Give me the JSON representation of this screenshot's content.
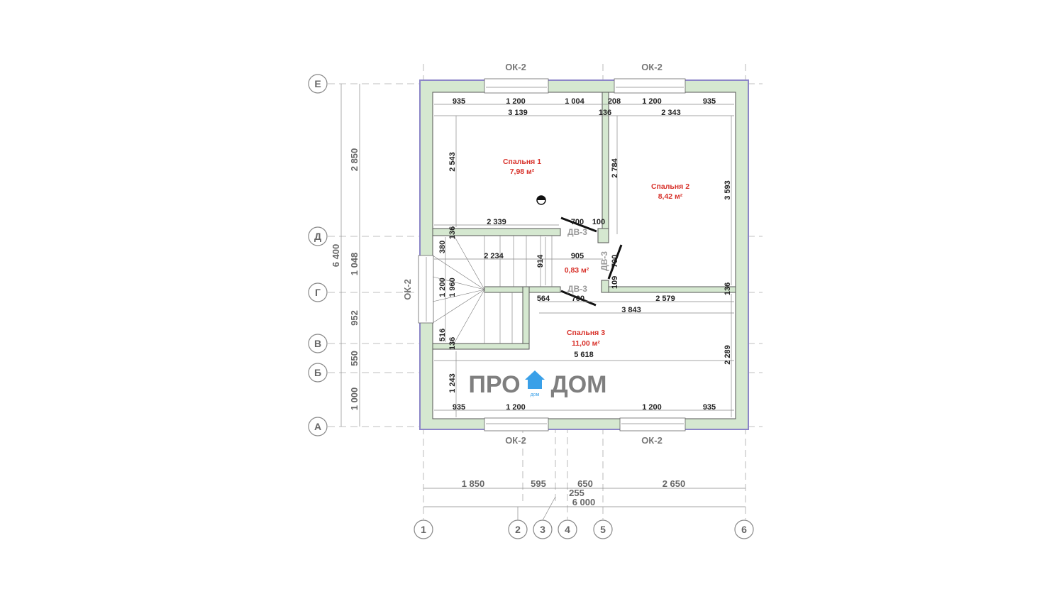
{
  "windows": {
    "top_left": "ОК-2",
    "top_right": "ОК-2",
    "bottom_left": "ОК-2",
    "bottom_right": "ОК-2",
    "left": "ОК-2"
  },
  "axes_letters": [
    "Е",
    "Д",
    "Г",
    "В",
    "Б",
    "А"
  ],
  "axes_numbers": [
    "1",
    "2",
    "3",
    "4",
    "5",
    "6"
  ],
  "left_dims": [
    "2 850",
    "1 048",
    "952",
    "550",
    "1 000",
    "6 400"
  ],
  "bottom_dims": [
    "1 850",
    "595",
    "650",
    "2 650",
    "255",
    "6 000"
  ],
  "top_dims_row1": [
    "935",
    "1 200",
    "1 004",
    "208",
    "1 200",
    "935"
  ],
  "top_dims_row2": [
    "3 139",
    "136",
    "2 343"
  ],
  "bottom_inner_dims": [
    "935",
    "1 200",
    "1 200",
    "935"
  ],
  "rooms": [
    {
      "name": "Спальня 1",
      "area": "7,98 м²"
    },
    {
      "name": "Спальня 2",
      "area": "8,42 м²"
    },
    {
      "name": "",
      "area": "0,83 м²"
    },
    {
      "name": "Спальня 3",
      "area": "11,00 м²"
    }
  ],
  "vertical_dims": [
    "2 543",
    "2 784",
    "3 593",
    "136",
    "380",
    "914",
    "1 200",
    "1 960",
    "516",
    "136",
    "1 243",
    "2 289",
    "700",
    "109",
    "136"
  ],
  "horizontal_dims": [
    "2 339",
    "700",
    "100",
    "2 234",
    "905",
    "564",
    "700",
    "2 579",
    "3 843",
    "5 618"
  ],
  "doors": [
    "ДВ-3",
    "ДВ-3",
    "ДВ-3"
  ],
  "watermark": {
    "left": "ПРО",
    "right": "ДОМ",
    "sub": "дом"
  },
  "colors": {
    "wall_fill": "#d5e8d0",
    "outline": "#8c86c8",
    "room_label": "#d8322b",
    "logo_blue": "#3aa0e8"
  }
}
